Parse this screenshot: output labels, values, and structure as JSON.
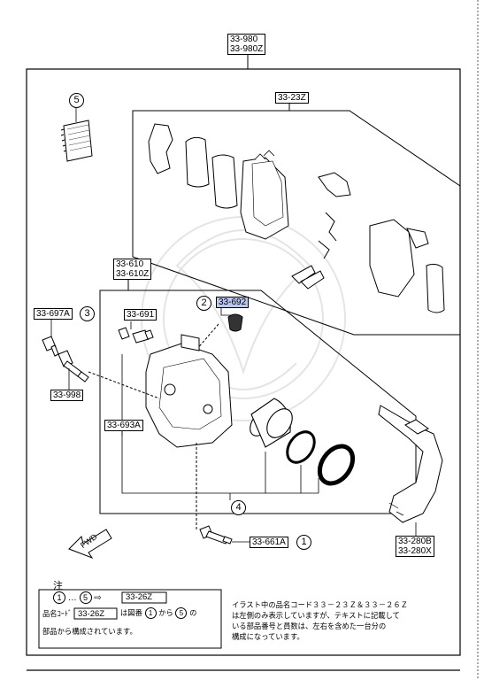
{
  "labels": {
    "assembly_top": [
      "33-980",
      "33-980Z"
    ],
    "pad_kit": "33-23Z",
    "caliper_assy": [
      "33-610",
      "33-610Z"
    ],
    "seal_kit": "33-692",
    "bleeder": "33-691",
    "bolt": "33-697A",
    "pin": "33-998",
    "caliper_body": "33-693A",
    "slide_pin": "33-661A",
    "bracket": [
      "33-280B",
      "33-280X"
    ]
  },
  "circled": {
    "five": "5",
    "two": "2",
    "three": "3",
    "four": "4",
    "one": "1"
  },
  "fwd_label": "FWD",
  "legend": {
    "heading": "注",
    "row1_from": "1",
    "row1_sep": "…",
    "row1_to": "5",
    "row1_arrow": "⇨",
    "row1_code": "33-26Z",
    "row2_prefix": "品名ｺｰﾄﾞ",
    "row2_code": "33-26Z",
    "row2_mid": "は図番",
    "row2_from": "1",
    "row2_kara": "から",
    "row2_to": "5",
    "row2_no": "の",
    "row3": "部品から構成されています。"
  },
  "note_lines": [
    "イラスト中の品名コード３３－２３Ｚ＆３３－２６Ｚ",
    "は左側のみ表示していますが、テキストに記載して",
    "いる部品番号と員数は、左右を含めた一台分の",
    "構成になっています。"
  ]
}
